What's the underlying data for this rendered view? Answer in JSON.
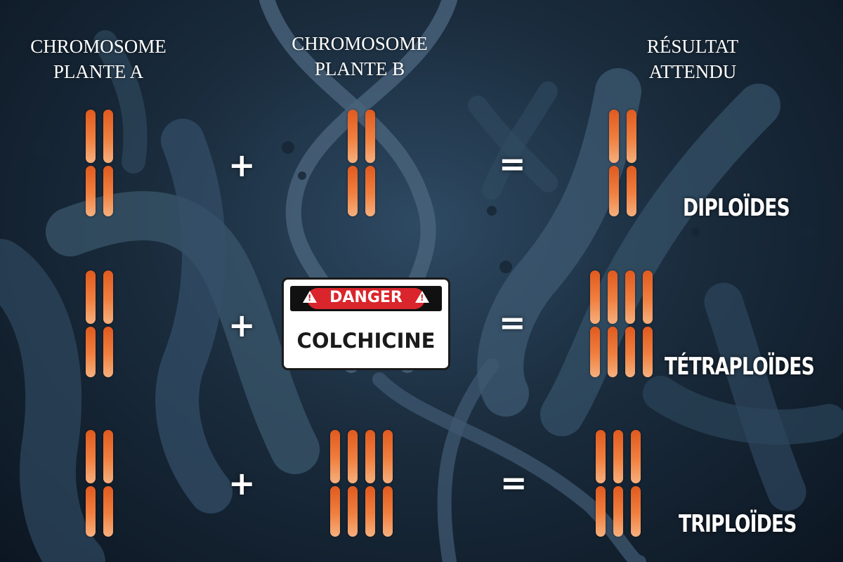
{
  "headers": {
    "plant_a": [
      "CHROMOSOME",
      "PLANTE A"
    ],
    "plant_b": [
      "CHROMOSOME",
      "PLANTE B"
    ],
    "result": [
      "RÉSULTAT",
      "ATTENDU"
    ]
  },
  "symbols": {
    "plus": "+",
    "equals": "="
  },
  "rows": [
    {
      "plant_a_count": 2,
      "plant_b_count": 2,
      "result_count": 2,
      "result_label": "DIPLOÏDES"
    },
    {
      "plant_a_count": 2,
      "plant_b_count": 0,
      "result_count": 4,
      "result_label": "TÉTRAPLOÏDES"
    },
    {
      "plant_a_count": 2,
      "plant_b_count": 4,
      "result_count": 3,
      "result_label": "TRIPLOÏDES"
    }
  ],
  "sign": {
    "header": "DANGER",
    "text": "COLCHICINE",
    "header_color": "#d9252b"
  },
  "colors": {
    "chromosome_top": "#e05a1f",
    "chromosome_bottom": "#f6b07e",
    "background": "#1a2c3d"
  }
}
